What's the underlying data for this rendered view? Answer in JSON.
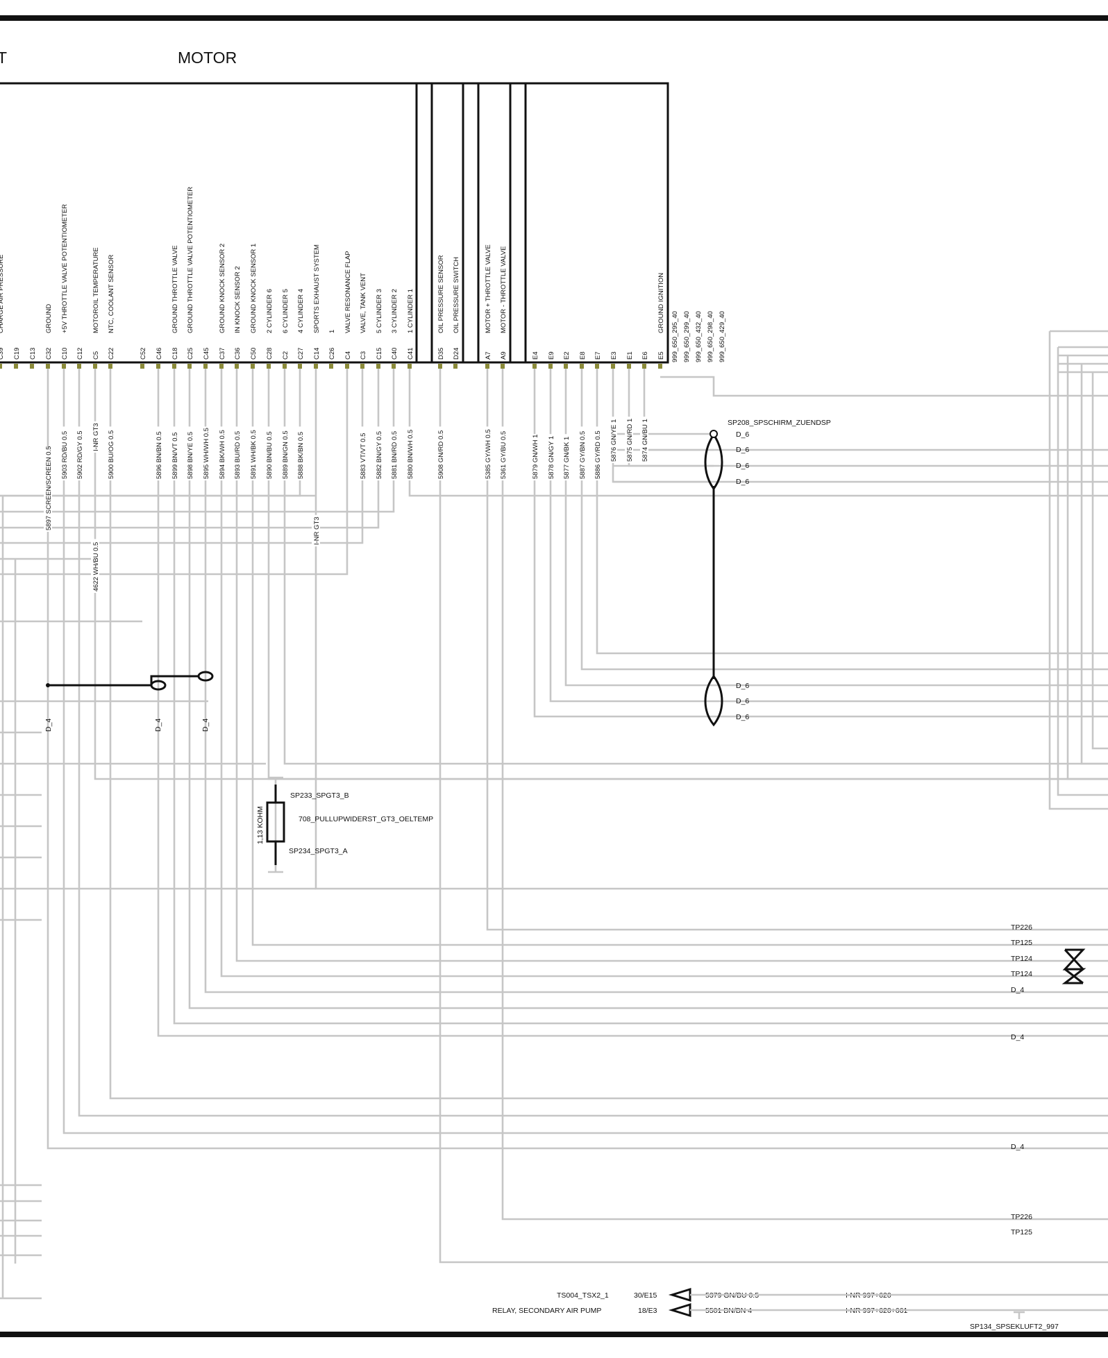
{
  "title": "MOTOR",
  "title_partial": "T",
  "pins_left": [
    {
      "id": "C39",
      "desc": "CHARGE AIR PRESSURE"
    },
    {
      "id": "C19",
      "desc": ""
    },
    {
      "id": "C13",
      "desc": ""
    },
    {
      "id": "C32",
      "desc": "GROUND"
    },
    {
      "id": "C10",
      "desc": "+5V  THROTTLE VALVE  POTENTIOMETER"
    },
    {
      "id": "C12",
      "desc": ""
    },
    {
      "id": "C5",
      "desc": "MOTOROIL TEMPERATURE"
    },
    {
      "id": "C22",
      "desc": "NTC, COOLANT SENSOR"
    },
    {
      "id": "C52",
      "desc": ""
    },
    {
      "id": "C46",
      "desc": ""
    },
    {
      "id": "C18",
      "desc": "GROUND  THROTTLE VALVE"
    },
    {
      "id": "C25",
      "desc": "GROUND  THROTTLE VALVE  POTENTIOMETER"
    },
    {
      "id": "C45",
      "desc": ""
    },
    {
      "id": "C37",
      "desc": "GROUND  KNOCK SENSOR 2"
    },
    {
      "id": "C36",
      "desc": "IN   KNOCK SENSOR 2"
    },
    {
      "id": "C50",
      "desc": "GROUND  KNOCK SENSOR 1"
    },
    {
      "id": "C28",
      "desc": "2   CYLINDER 6"
    },
    {
      "id": "C2",
      "desc": "6   CYLINDER 5"
    },
    {
      "id": "C27",
      "desc": "4   CYLINDER 4"
    },
    {
      "id": "C14",
      "desc": "SPORTS EXHAUST SYSTEM"
    },
    {
      "id": "C26",
      "desc": "1"
    },
    {
      "id": "C4",
      "desc": "VALVE   RESONANCE FLAP"
    },
    {
      "id": "C3",
      "desc": "VALVE, TANK VENT"
    },
    {
      "id": "C15",
      "desc": "5   CYLINDER 3"
    },
    {
      "id": "C40",
      "desc": "3   CYLINDER 2"
    },
    {
      "id": "C41",
      "desc": "1   CYLINDER 1"
    }
  ],
  "pins_d": [
    {
      "id": "D35",
      "desc": "OIL PRESSURE SENSOR"
    },
    {
      "id": "D24",
      "desc": "OIL PRESSURE SWITCH"
    }
  ],
  "pins_a": [
    {
      "id": "A7",
      "desc": "MOTOR +   THROTTLE VALVE"
    },
    {
      "id": "A9",
      "desc": "MOTOR -   THROTTLE VALVE"
    }
  ],
  "pins_e": [
    {
      "id": "E4",
      "desc": ""
    },
    {
      "id": "E9",
      "desc": ""
    },
    {
      "id": "E2",
      "desc": ""
    },
    {
      "id": "E8",
      "desc": ""
    },
    {
      "id": "E7",
      "desc": ""
    },
    {
      "id": "E3",
      "desc": ""
    },
    {
      "id": "E1",
      "desc": ""
    },
    {
      "id": "E6",
      "desc": ""
    },
    {
      "id": "E5",
      "desc": "GROUND IGNITION"
    }
  ],
  "refs_e5": [
    "999_650_295_40",
    "999_650_299_40",
    "999_650_432_40",
    "999_650_298_40",
    "999_650_429_40"
  ],
  "wires": [
    {
      "label": "5897 SCREEN/SCREEN 0.5"
    },
    {
      "label": "5903 RD/BU 0.5"
    },
    {
      "label": "5902 RD/GY 0.5"
    },
    {
      "label": "I-NR GT3"
    },
    {
      "label": "5900 BU/OG 0.5"
    },
    {
      "label": "5896 BN/BN 0.5"
    },
    {
      "label": "5899 BN/VT 0.5"
    },
    {
      "label": "5898 BN/YE 0.5"
    },
    {
      "label": "5895 WH/WH 0.5"
    },
    {
      "label": "5894 BK/WH 0.5"
    },
    {
      "label": "5893 BU/RD 0.5"
    },
    {
      "label": "5891 WH/BK 0.5"
    },
    {
      "label": "5890 BN/BU 0.5"
    },
    {
      "label": "5889 BN/GN 0.5"
    },
    {
      "label": "5888 BK/BN 0.5"
    },
    {
      "label": "I-NR GT3"
    },
    {
      "label": "5883 VT/VT 0.5"
    },
    {
      "label": "5882 BN/GY 0.5"
    },
    {
      "label": "5881 BN/RD 0.5"
    },
    {
      "label": "5880 BN/WH 0.5"
    },
    {
      "label": "5908 GN/RD 0.5"
    },
    {
      "label": "5385 GY/WH 0.5"
    },
    {
      "label": "5361 GY/BU 0.5"
    },
    {
      "label": "5879 GN/WH 1"
    },
    {
      "label": "5878 GN/GY 1"
    },
    {
      "label": "5877 GN/BK 1"
    },
    {
      "label": "5887 GY/BN 0.5"
    },
    {
      "label": "5886 GY/RD 0.5"
    },
    {
      "label": "5876 GN/YE 1"
    },
    {
      "label": "5875 GN/RD 1"
    },
    {
      "label": "5874 GN/BU 1"
    },
    {
      "label": "4622 WH/BU 0.5"
    }
  ],
  "splice": {
    "name": "SP208_SPSCHIRM_ZUENDSP",
    "top_labels": [
      "D_6",
      "D_6",
      "D_6",
      "D_6"
    ],
    "bottom_labels": [
      "D_6",
      "D_6",
      "D_6"
    ]
  },
  "shield_labels": [
    "D_4",
    "D_4",
    "D_4"
  ],
  "resistor": {
    "value": "1,13 KOHM",
    "top": "SP233_SPGT3_B",
    "name": "708_PULLUPWIDERST_GT3_OELTEMP",
    "bottom": "SP234_SPGT3_A"
  },
  "right_labels": [
    "TP226",
    "TP125",
    "TP124",
    "TP124",
    "D_4",
    "D_4",
    "D_4",
    "TP226",
    "TP125"
  ],
  "bottom_rows": [
    {
      "ref": "TS004_TSX2_1",
      "pin": "30/E15",
      "wire": "5379 GN/BU 0.5",
      "inr": "I-NR 997+620"
    },
    {
      "ref": "RELAY, SECONDARY AIR PUMP",
      "pin": "18/E3",
      "wire": "5501 BN/BN 4",
      "inr": "I-NR 997+620+661"
    }
  ],
  "bottom_splice": "SP134_SPSEKLUFT2_997"
}
